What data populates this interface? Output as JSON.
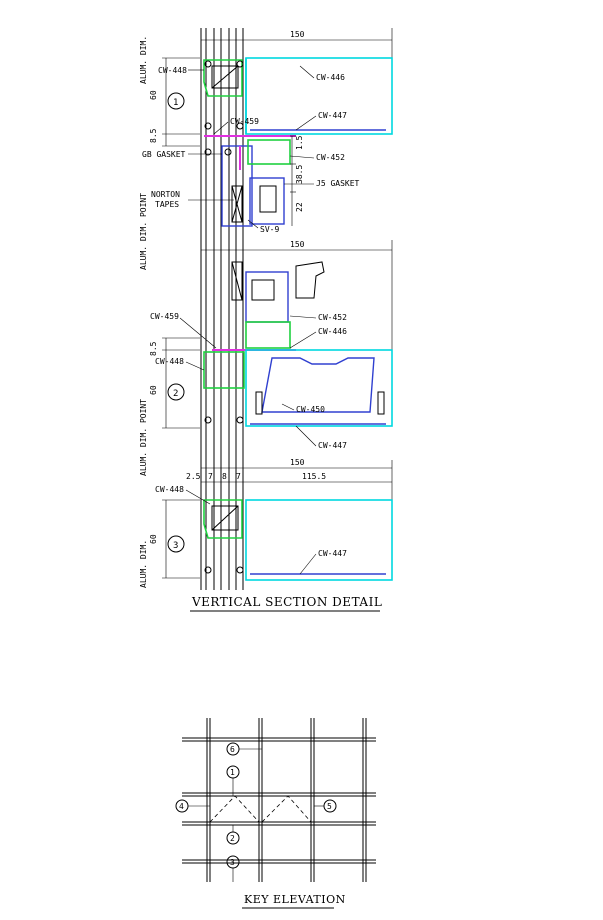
{
  "section_title": "VERTICAL SECTION DETAIL",
  "key_title": "KEY ELEVATION",
  "labels": {
    "alum_dim": "ALUM. DIM.",
    "alum_dim_point": "ALUM. DIM. POINT",
    "norton_tapes_1": "NORTON",
    "norton_tapes_2": "TAPES"
  },
  "dims": {
    "w150": "150",
    "w1155": "115.5",
    "d60": "60",
    "d85": "8.5",
    "d15": "1.5",
    "d385": "38.5",
    "d22": "22",
    "d25": "2.5",
    "d7a": "7",
    "d8": "8",
    "d7b": "7"
  },
  "parts": {
    "cw448": "CW-448",
    "cw446": "CW-446",
    "cw447": "CW-447",
    "cw459": "CW-459",
    "cw452": "CW-452",
    "cw450": "CW-450",
    "gasket_ct": "GB GASKET",
    "gasket_j": "J5 GASKET",
    "sv9": "SV-9"
  },
  "markers": {
    "s1": "1",
    "s2": "2",
    "s3": "3",
    "k6": "6",
    "k1": "1",
    "k4": "4",
    "k5": "5",
    "k2": "2",
    "k3": "3"
  }
}
